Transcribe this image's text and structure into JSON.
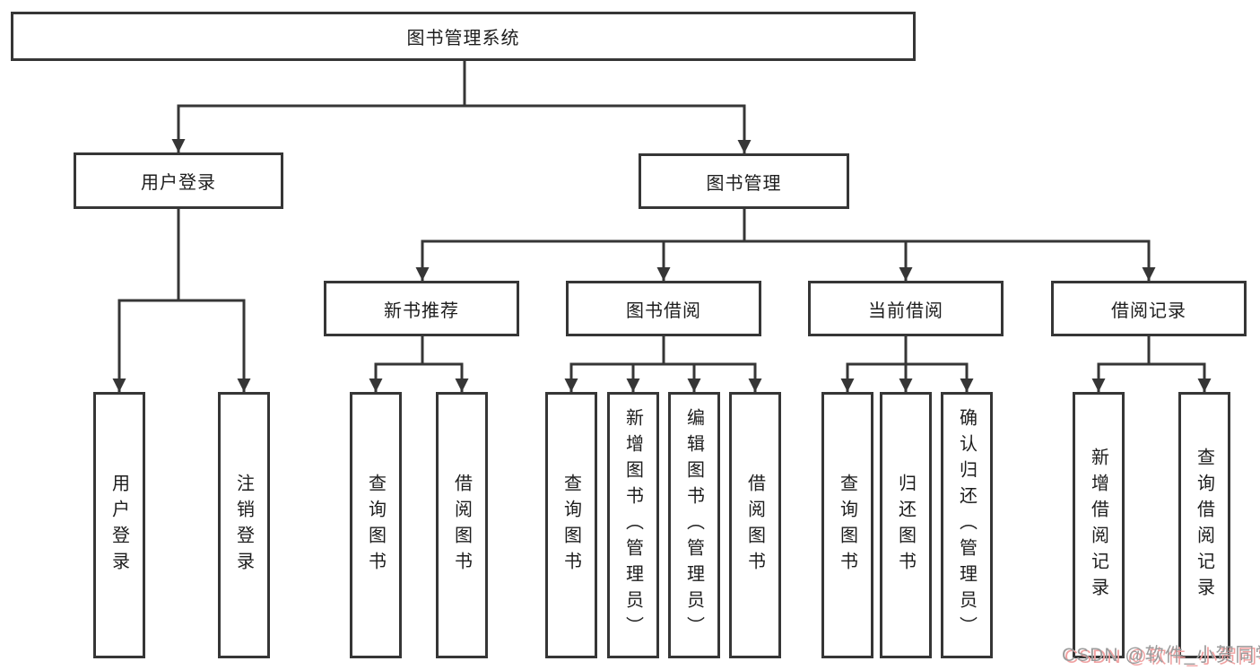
{
  "diagram": {
    "root": {
      "label": "图书管理系统"
    },
    "level2": [
      {
        "label": "用户登录"
      },
      {
        "label": "图书管理"
      }
    ],
    "level3": [
      {
        "label": "新书推荐"
      },
      {
        "label": "图书借阅"
      },
      {
        "label": "当前借阅"
      },
      {
        "label": "借阅记录"
      }
    ],
    "leaves": {
      "user_login": [
        "用户登录",
        "注销登录"
      ],
      "new_book_recommend": [
        "查询图书",
        "借阅图书"
      ],
      "book_borrow": [
        "查询图书",
        "新增图书（管理员）",
        "编辑图书（管理员）",
        "借阅图书"
      ],
      "current_borrow": [
        "查询图书",
        "归还图书",
        "确认归还（管理员）"
      ],
      "borrow_records": [
        "新增借阅记录",
        "查询借阅记录"
      ]
    }
  },
  "watermark": {
    "text": "CSDN @软件_小贺同学"
  },
  "colors": {
    "line": "#363636",
    "box_border": "#363636",
    "text": "#1d1d1d",
    "background": "#ffffff",
    "watermark_text": "#9c9c9c",
    "watermark_shadow": "#f0a0a0"
  }
}
